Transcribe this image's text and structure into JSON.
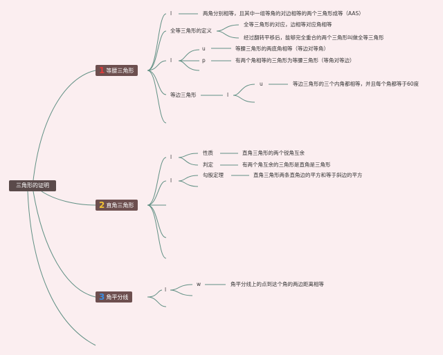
{
  "root": "三角形的证明",
  "colors": {
    "line": "#5f8f83",
    "branch_bg": "#6d4f4f",
    "root_bg": "#5a4a4a",
    "background": "#fbeef0"
  },
  "branches": [
    {
      "badge": "1",
      "label": "等腰三角形",
      "items": {
        "l1": "l",
        "aas": "两角分别相等，且其中一组等角的对边相等的两个三角形成等（AAS）",
        "def_title": "全等三角形的定义",
        "def_a": "全等三角形的对应，边相等对应角相等",
        "def_b": "经过翻转平移后，能够完全重合的两个三角形叫做全等三角形",
        "l2": "l",
        "u1": "u",
        "u1_text": "等腰三角形的两底角相等（等边对等角）",
        "p": "p",
        "p_text": "有两个角相等的三角形为等腰三角形（等角对等边）",
        "equi_title": "等边三角形",
        "l3": "l",
        "u2": "u",
        "u2_text": "等边三角形的三个内角都相等，并且每个角都等于60度"
      }
    },
    {
      "badge": "2",
      "label": "直角三角形",
      "items": {
        "l4": "l",
        "prop": "性质",
        "prop_text": "直角三角形的两个锐角互余",
        "judge": "判定",
        "judge_text": "有两个角互余的三角形是直角是三角形",
        "l5": "l",
        "gougu": "勾股定理",
        "gougu_text": "直角三角形两条直角边的平方和等于斜边的平方"
      }
    },
    {
      "badge": "3",
      "label": "角平分线",
      "items": {
        "l6": "l",
        "w": "w",
        "w_text": "角平分线上的点到这个角的两边距离相等"
      }
    }
  ]
}
